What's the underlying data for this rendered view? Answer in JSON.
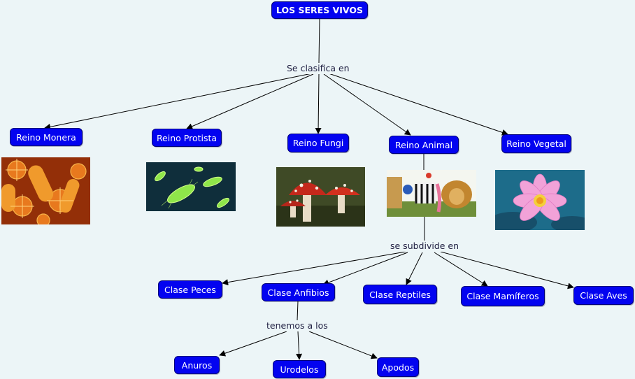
{
  "map": {
    "root": "LOS SERES VIVOS",
    "link_root": "Se clasifica en",
    "kingdoms": [
      {
        "label": "Reino Monera",
        "image": "bacteria-cluster-photo"
      },
      {
        "label": "Reino Protista",
        "image": "protist-microbes-photo"
      },
      {
        "label": "Reino Fungi",
        "image": "red-mushrooms-photo"
      },
      {
        "label": "Reino Animal",
        "image": "animals-collage-photo"
      },
      {
        "label": "Reino Vegetal",
        "image": "pink-lotus-photo"
      }
    ],
    "link_animal": "se subdivide en",
    "classes": [
      "Clase Peces",
      "Clase Anfibios",
      "Clase Reptiles",
      "Clase Mamíferos",
      "Clase Aves"
    ],
    "link_anfibios": "tenemos a los",
    "orders": [
      "Anuros",
      "Urodelos",
      "Apodos"
    ]
  },
  "colors": {
    "concept_fill": "#0303f0",
    "concept_border": "#00007a",
    "concept_text": "#ffffff",
    "background": "#ecf5f7",
    "connector": "#000000"
  }
}
